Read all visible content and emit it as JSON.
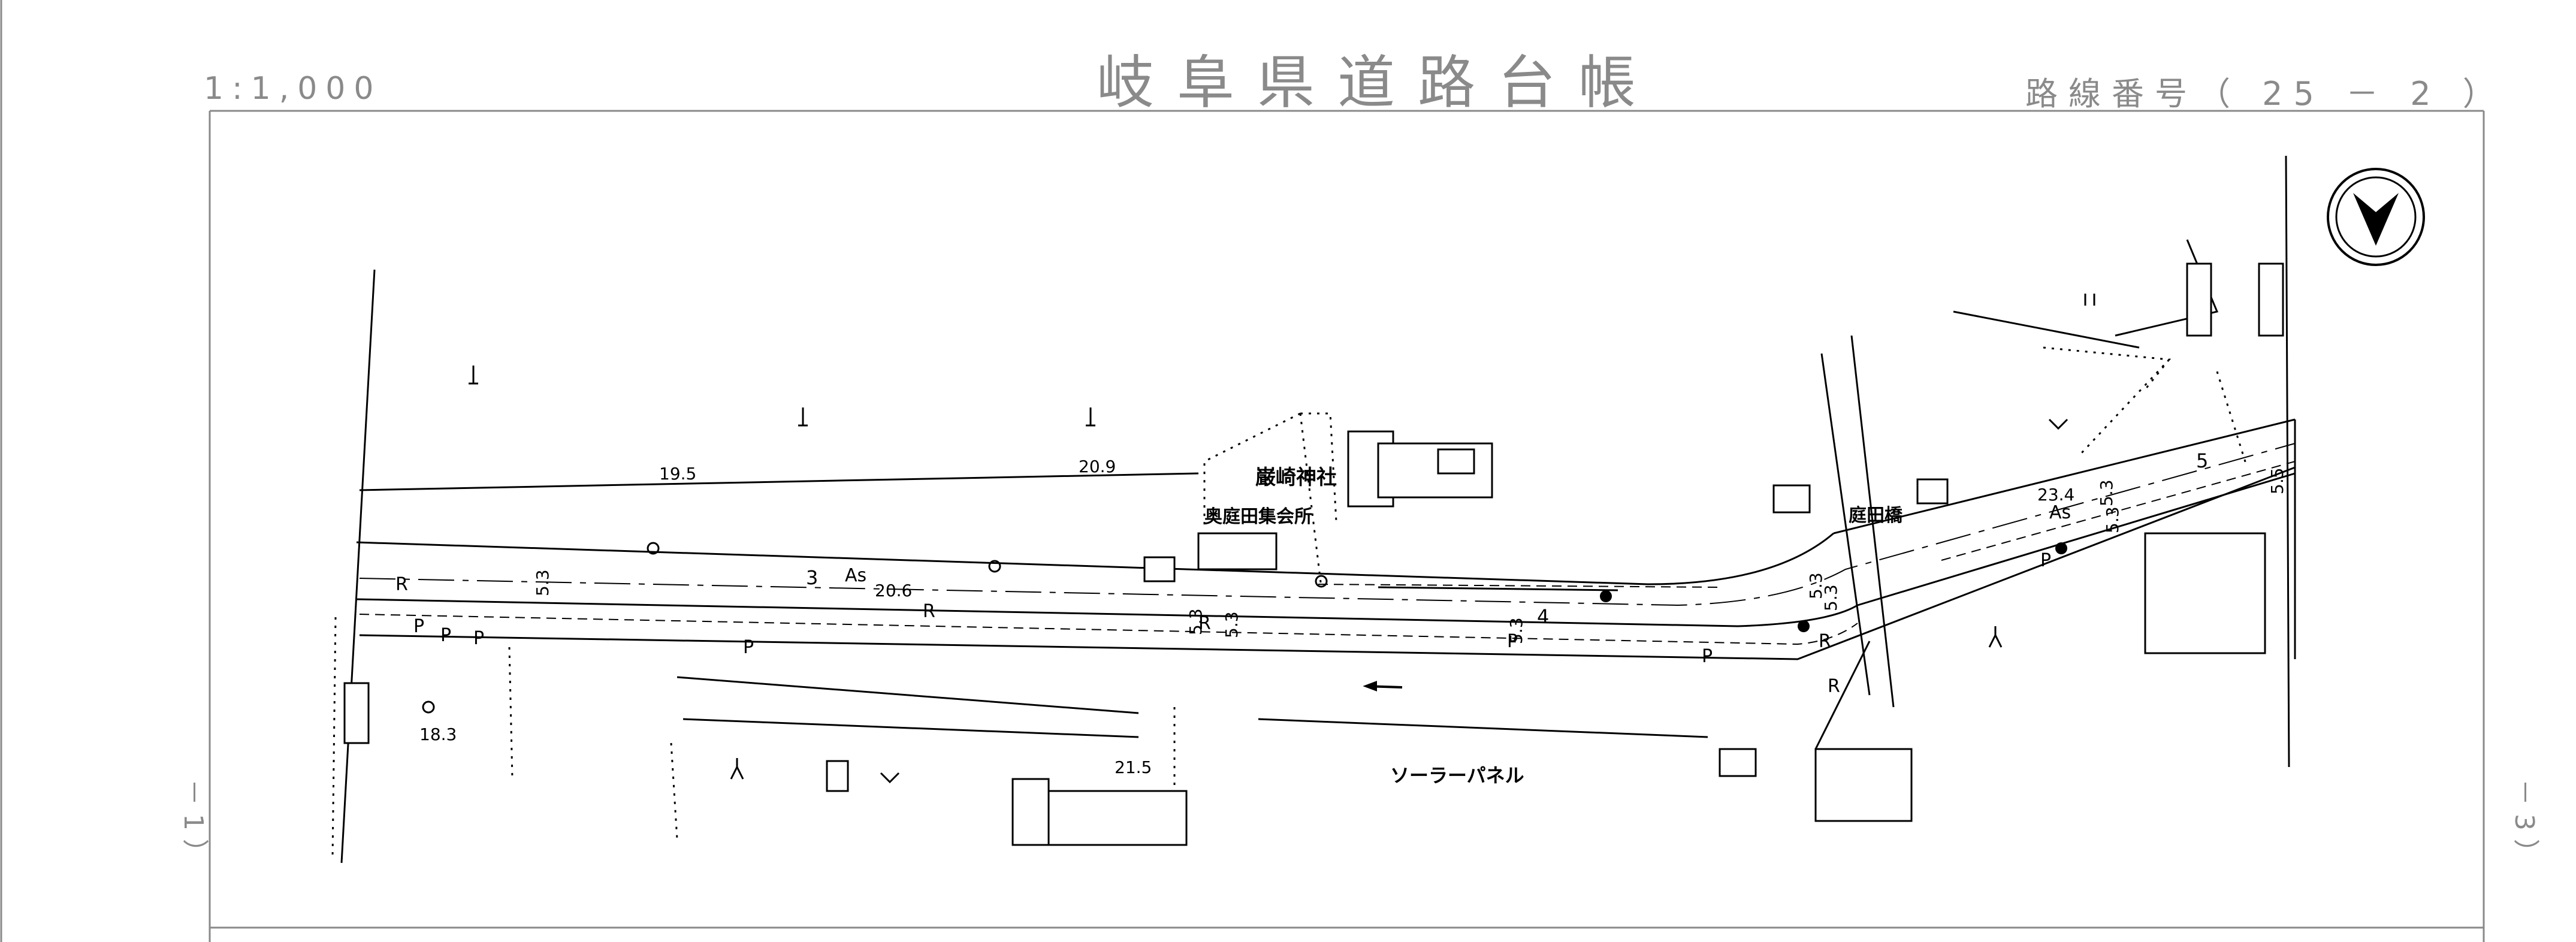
{
  "header": {
    "title": "岐阜県道路台帳",
    "scale": "1:1,000",
    "route_number": "路線番号（ 25 － 2 ）"
  },
  "margins": {
    "left_sheet_ref": "－ 1 ）",
    "right_sheet_ref": "－ 3 ）"
  },
  "map_labels": {
    "shrine": "巌崎神社",
    "community_hall": "奥庭田集会所",
    "bridge": "庭田橋",
    "solar_panel": "ソーラーパネル"
  },
  "pavement_marks": [
    "As",
    "As"
  ],
  "width_marks": [
    "3",
    "5",
    "4"
  ],
  "section_widths": [
    "5.3",
    "5.3",
    "5.3",
    "5.3",
    "5.3",
    "5.3",
    "5.3",
    "5.3",
    "5.5"
  ],
  "elevations": [
    "19.5",
    "20.9",
    "20.6",
    "18.3",
    "21.5",
    "23.4"
  ],
  "line_codes": {
    "road": "R",
    "pole": "P"
  },
  "colors": {
    "ink": "#000000",
    "frame": "#8a8a8a",
    "paper": "#ffffff"
  },
  "icons": {
    "north_arrow": "north-arrow-icon"
  }
}
